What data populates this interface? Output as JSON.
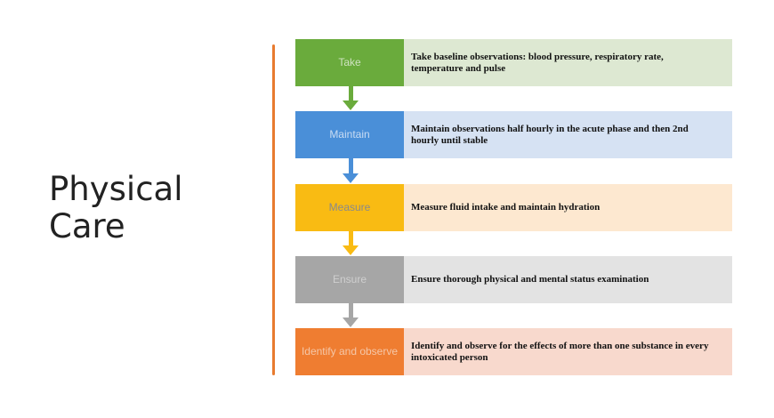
{
  "title": {
    "line1": "Physical",
    "line2": "Care"
  },
  "colors": {
    "bracket": "#e87b2f"
  },
  "steps": [
    {
      "label": "Take",
      "description": "Take baseline observations: blood pressure, respiratory rate, temperature and pulse",
      "box_color": "#6aab3c",
      "desc_bg": "#dde8d2",
      "label_color": "#cfe3c0"
    },
    {
      "label": "Maintain",
      "description": "Maintain observations half hourly in the acute phase and  then 2nd hourly until stable",
      "box_color": "#4a8fd8",
      "desc_bg": "#d6e2f3",
      "label_color": "#c9dcf3"
    },
    {
      "label": "Measure",
      "description": "Measure fluid intake and maintain hydration",
      "box_color": "#f9bb13",
      "desc_bg": "#fde8d0",
      "label_color": "#8a8a8a"
    },
    {
      "label": "Ensure",
      "description": "Ensure thorough physical and mental status examination",
      "box_color": "#a6a6a6",
      "desc_bg": "#e3e3e3",
      "label_color": "#cfcfcf"
    },
    {
      "label": "Identify and observe",
      "description": "Identify and observe for the effects of more than one substance in every intoxicated person",
      "box_color": "#ef7d31",
      "desc_bg": "#f8d9cd",
      "label_color": "#f5c7a8"
    }
  ],
  "arrows": [
    {
      "color": "#6aab3c"
    },
    {
      "color": "#4a8fd8"
    },
    {
      "color": "#f9bb13"
    },
    {
      "color": "#a6a6a6"
    }
  ]
}
